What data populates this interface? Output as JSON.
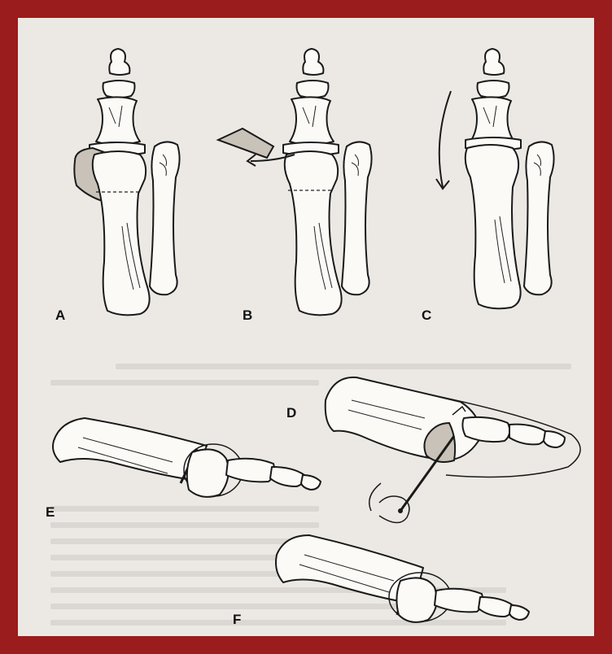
{
  "panels": {
    "a": "A",
    "b": "B",
    "c": "C",
    "d": "D",
    "e": "E",
    "f": "F"
  },
  "colors": {
    "border": "#9b1c1c",
    "paper": "#ece9e4",
    "ink": "#1a1a1a",
    "stipple": "#c8c2b8"
  }
}
